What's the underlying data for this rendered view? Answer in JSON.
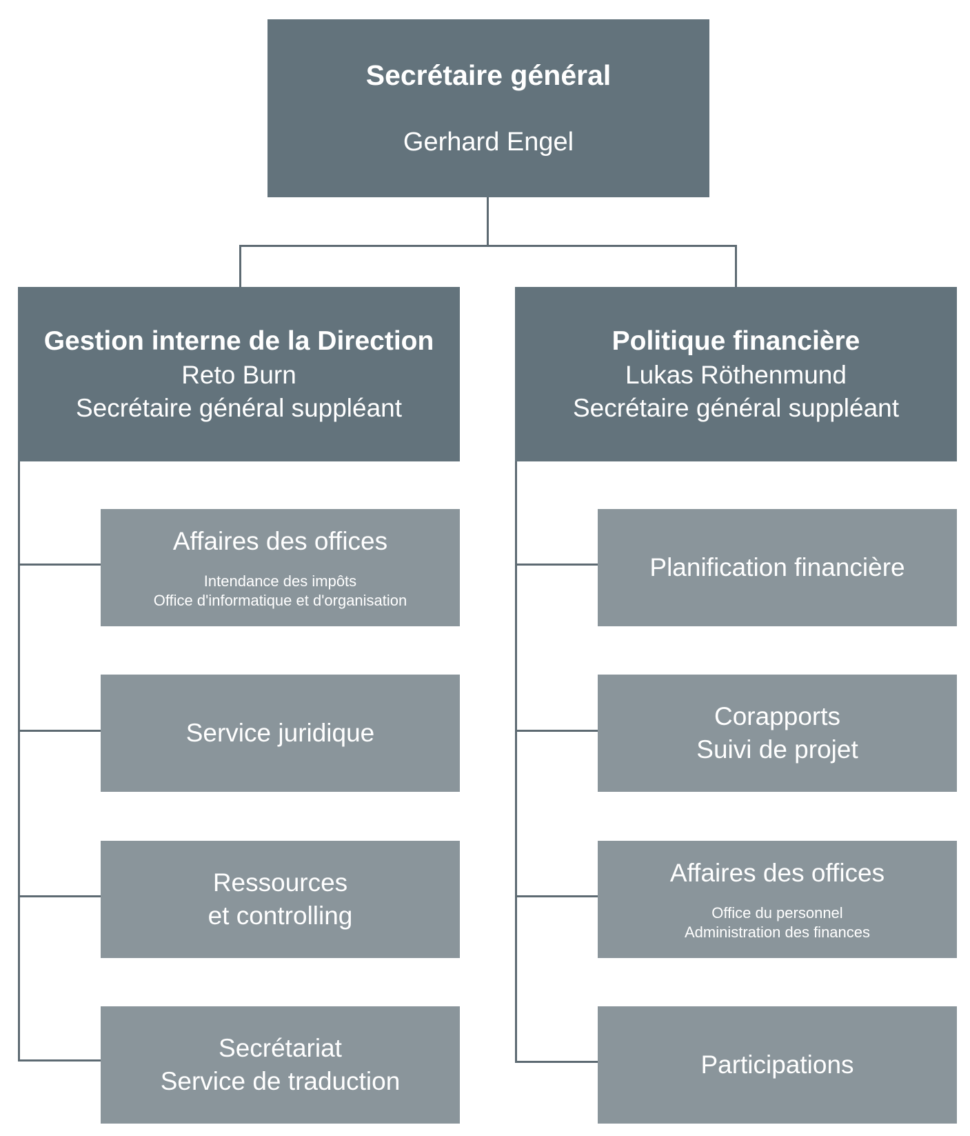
{
  "top": {
    "title": "Secrétaire général",
    "name": "Gerhard Engel"
  },
  "left_head": {
    "title": "Gestion interne de la Direction",
    "name": "Reto Burn",
    "role": "Secrétaire général suppléant"
  },
  "right_head": {
    "title": "Politique financière",
    "name": "Lukas Röthenmund",
    "role": "Secrétaire général suppléant"
  },
  "left_units": [
    {
      "lines": [
        "Affaires des offices"
      ],
      "sub": [
        "Intendance des impôts",
        "Office d'informatique et d'organisation"
      ]
    },
    {
      "lines": [
        "Service juridique"
      ],
      "sub": []
    },
    {
      "lines": [
        "Ressources",
        "et controlling"
      ],
      "sub": []
    },
    {
      "lines": [
        "Secrétariat",
        "Service de traduction"
      ],
      "sub": []
    }
  ],
  "right_units": [
    {
      "lines": [
        "Planification financière"
      ],
      "sub": []
    },
    {
      "lines": [
        "Corapports",
        "Suivi de projet"
      ],
      "sub": []
    },
    {
      "lines": [
        "Affaires des offices"
      ],
      "sub": [
        "Office du personnel",
        "Administration des finances"
      ]
    },
    {
      "lines": [
        "Participations"
      ],
      "sub": []
    }
  ],
  "colors": {
    "header_box": "#63737c",
    "unit_box": "#8a959b",
    "connector": "#5d6a72",
    "text": "#ffffff"
  }
}
